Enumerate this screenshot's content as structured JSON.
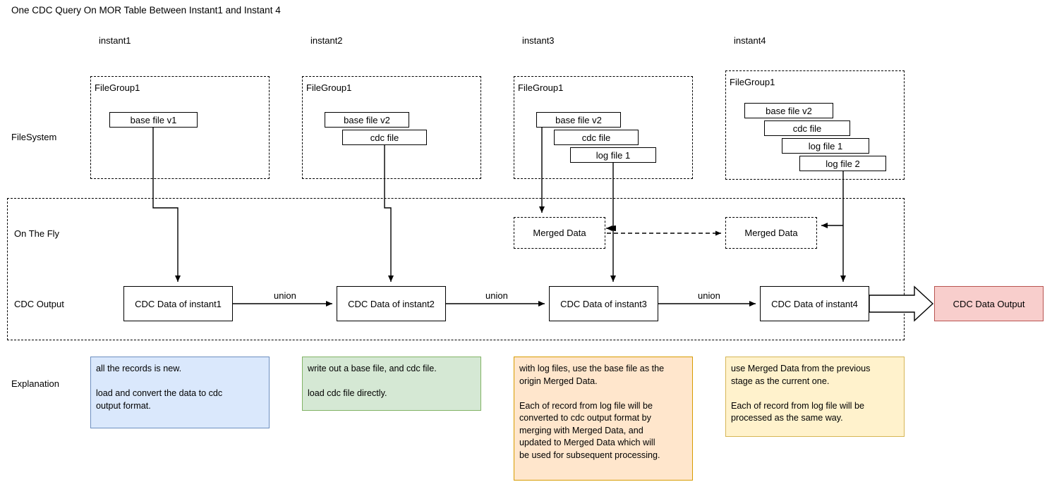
{
  "title": "One CDC Query On MOR Table Between Instant1 and Instant 4",
  "colors": {
    "output_fill": "#f8cecc",
    "output_stroke": "#b85450",
    "explain1_fill": "#dae8fc",
    "explain1_stroke": "#6c8ebf",
    "explain2_fill": "#d5e8d4",
    "explain2_stroke": "#82b366",
    "explain3_fill": "#ffe6cc",
    "explain3_stroke": "#d79b00",
    "explain4_fill": "#fff2cc",
    "explain4_stroke": "#d6b656",
    "line": "#000000"
  },
  "columns": [
    {
      "instant_label": "instant1"
    },
    {
      "instant_label": "instant2"
    },
    {
      "instant_label": "instant3"
    },
    {
      "instant_label": "instant4"
    }
  ],
  "row_labels": {
    "filesystem": "FileSystem",
    "on_the_fly": "On The Fly",
    "cdc_output": "CDC Output",
    "explanation": "Explanation"
  },
  "filegroups": [
    {
      "title": "FileGroup1",
      "files": [
        "base file v1"
      ]
    },
    {
      "title": "FileGroup1",
      "files": [
        "base file v2",
        "cdc file"
      ]
    },
    {
      "title": "FileGroup1",
      "files": [
        "base file v2",
        "cdc file",
        "log file 1"
      ]
    },
    {
      "title": "FileGroup1",
      "files": [
        "base file v2",
        "cdc file",
        "log file 1",
        "log file 2"
      ]
    }
  ],
  "merged_data": [
    {
      "label": "Merged Data"
    },
    {
      "label": "Merged Data"
    }
  ],
  "cdc_boxes": [
    {
      "label": "CDC Data of instant1"
    },
    {
      "label": "CDC Data of instant2"
    },
    {
      "label": "CDC Data of instant3"
    },
    {
      "label": "CDC Data of instant4"
    }
  ],
  "union_labels": [
    "union",
    "union",
    "union"
  ],
  "output_box": {
    "label": "CDC Data Output"
  },
  "explanations": [
    {
      "text": "all the records is new.\n\nload and convert the data to cdc\noutput format."
    },
    {
      "text": "write out a base file, and cdc file.\n\nload cdc file directly."
    },
    {
      "text": "with log files, use the base file as the\norigin Merged Data.\n\nEach of record from log file will be\nconverted to cdc output format by\nmerging with Merged Data, and\nupdated to Merged Data which will\nbe used for subsequent processing."
    },
    {
      "text": "use Merged Data from the previous\nstage as the current one.\n\nEach of record from log file will be\nprocessed as the same way."
    }
  ]
}
